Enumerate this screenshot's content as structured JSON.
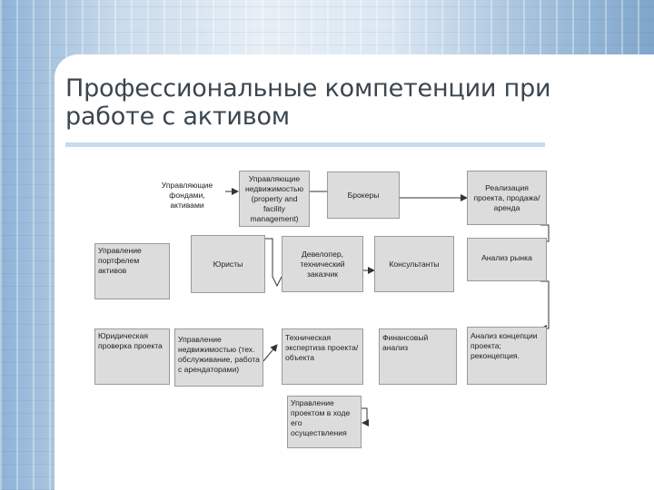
{
  "title": "Профессиональные компетенции при работе с активом",
  "boxes": {
    "fund_managers": "Управляющие фондами, активами",
    "property_managers": "Управляющие недвижимостью (property and facility management)",
    "brokers": "Брокеры",
    "sales": "Реализация проекта, продажа/аренда",
    "portfolio": "Управление портфелем активов",
    "lawyers": "Юристы",
    "developer": "Девелопер, технический заказчик",
    "consultants": "Консультанты",
    "market": "Анализ рынка",
    "due_diligence": "Юридическая проверка проекта",
    "re_management": "Управление недвижимостью (тех. обслуживание, работа с арендаторами)",
    "tech_expertise": "Техническая экспертиза проекта/объекта",
    "financial": "Финансовый анализ",
    "concept": "Анализ концепции проекта; реконцепция.",
    "project_mgmt": "Управление проектом в ходе его осуществления"
  }
}
